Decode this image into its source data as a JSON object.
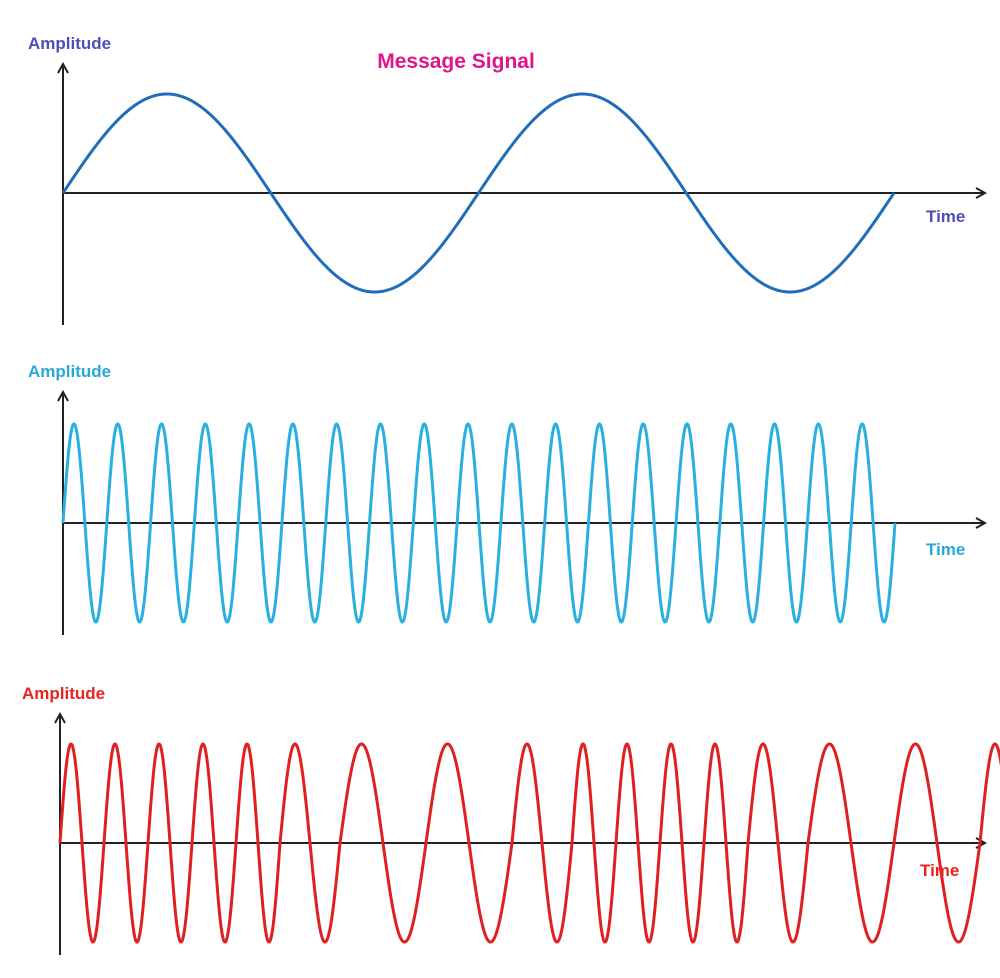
{
  "title": "Message Signal",
  "colors": {
    "title": "#e0158a",
    "axis": "#222222",
    "panel_labels": [
      "#4b4fb8",
      "#29a8d8",
      "#e8241e"
    ],
    "panel_traces": [
      "#1f6fb8",
      "#29b0e0",
      "#e02020"
    ]
  },
  "panels": [
    {
      "ylabel": "Amplitude",
      "xlabel": "Time",
      "waveform": "sine",
      "cycles": 2
    },
    {
      "ylabel": "Amplitude",
      "xlabel": "Time",
      "waveform": "sine",
      "cycles": 19
    },
    {
      "ylabel": "Amplitude",
      "xlabel": "Time",
      "waveform": "frequency-modulated sine",
      "cycles": 17
    }
  ]
}
